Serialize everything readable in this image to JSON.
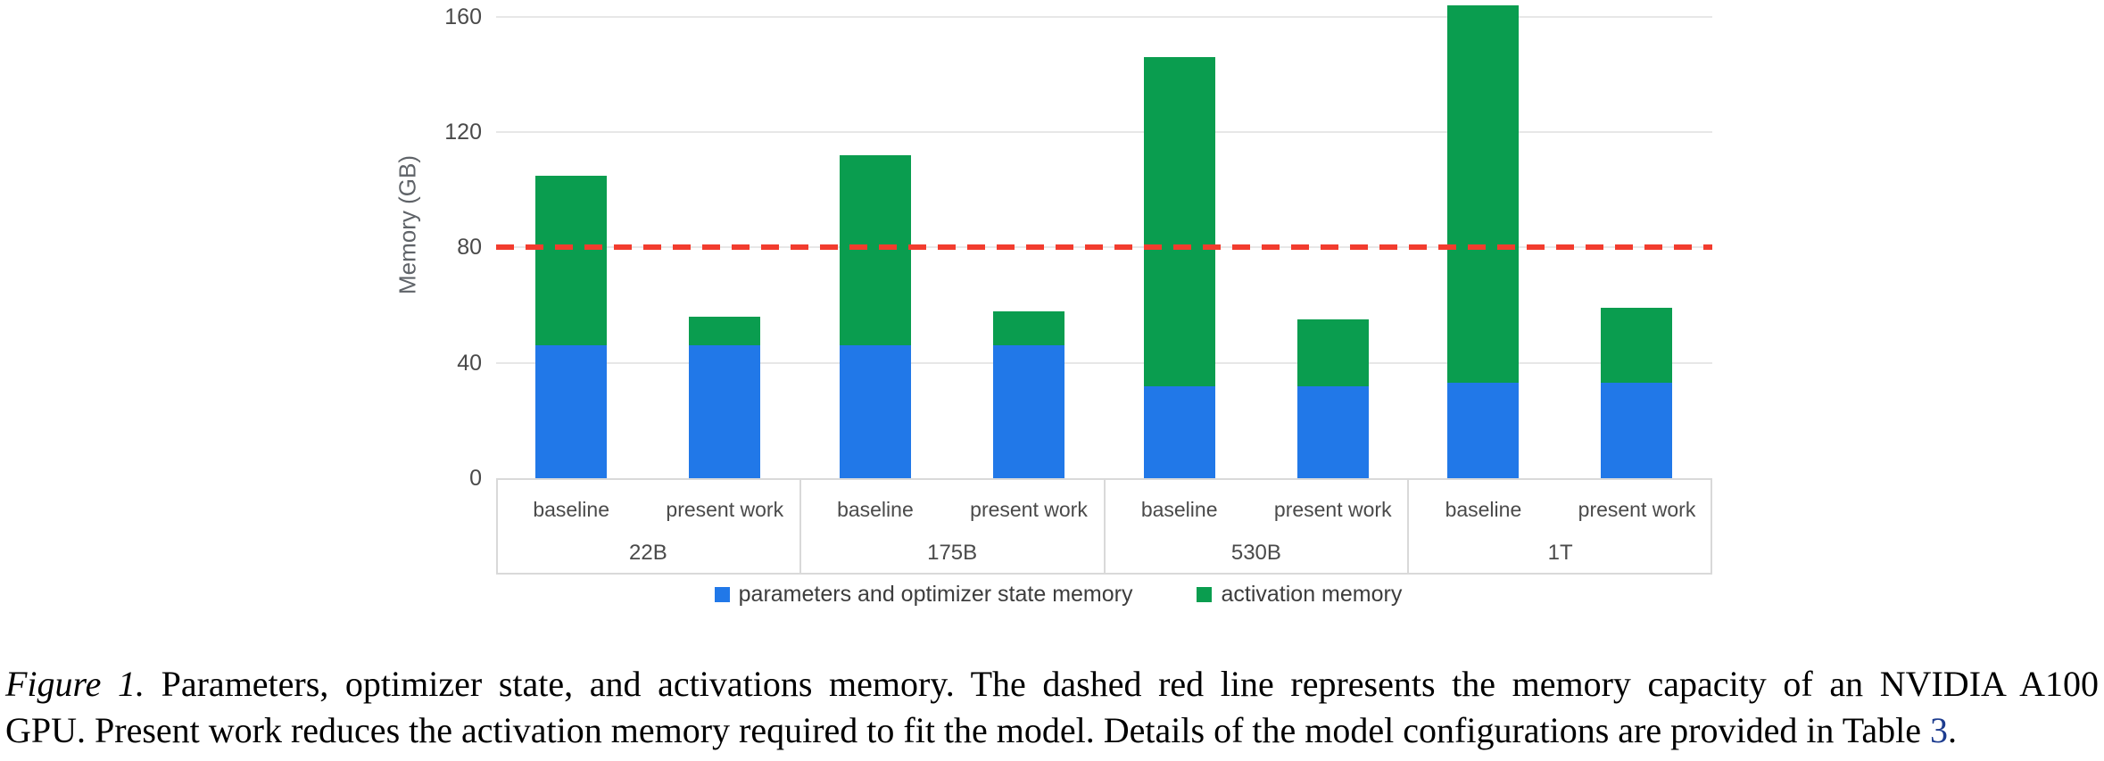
{
  "chart_data": {
    "type": "bar",
    "stacked": true,
    "ylabel": "Memory (GB)",
    "y_ticks": [
      0,
      40,
      80,
      120,
      160
    ],
    "ylim": [
      0,
      166
    ],
    "grid": "horizontal",
    "legend_position": "bottom",
    "series": [
      {
        "key": "parameters_and_optimizer_state_memory",
        "name": "parameters and optimizer state memory",
        "color": "#2178e8"
      },
      {
        "key": "activation_memory",
        "name": "activation memory",
        "color": "#0a9d4f"
      }
    ],
    "groups": [
      {
        "label": "22B",
        "bars": [
          {
            "label": "baseline",
            "parameters_and_optimizer_state_memory": 46,
            "activation_memory": 59,
            "total": 105
          },
          {
            "label": "present work",
            "parameters_and_optimizer_state_memory": 46,
            "activation_memory": 10,
            "total": 56
          }
        ]
      },
      {
        "label": "175B",
        "bars": [
          {
            "label": "baseline",
            "parameters_and_optimizer_state_memory": 46,
            "activation_memory": 66,
            "total": 112
          },
          {
            "label": "present work",
            "parameters_and_optimizer_state_memory": 46,
            "activation_memory": 12,
            "total": 58
          }
        ]
      },
      {
        "label": "530B",
        "bars": [
          {
            "label": "baseline",
            "parameters_and_optimizer_state_memory": 32,
            "activation_memory": 114,
            "total": 146
          },
          {
            "label": "present work",
            "parameters_and_optimizer_state_memory": 32,
            "activation_memory": 23,
            "total": 55
          }
        ]
      },
      {
        "label": "1T",
        "bars": [
          {
            "label": "baseline",
            "parameters_and_optimizer_state_memory": 33,
            "activation_memory": 131,
            "total": 164
          },
          {
            "label": "present work",
            "parameters_and_optimizer_state_memory": 33,
            "activation_memory": 26,
            "total": 59
          }
        ]
      }
    ],
    "reference_line": {
      "value": 80,
      "color": "#f23c2e",
      "style": "dashed"
    }
  },
  "caption": {
    "figure_label": "Figure 1.",
    "line1_rest": " Parameters, optimizer state, and activations memory. The dashed red line represents the memory capacity of an NVIDIA A100",
    "line2_pre": "GPU. Present work reduces the activation memory required to fit the model. Details of the model configurations are provided in Table ",
    "table_ref": "3",
    "line2_post": "."
  }
}
